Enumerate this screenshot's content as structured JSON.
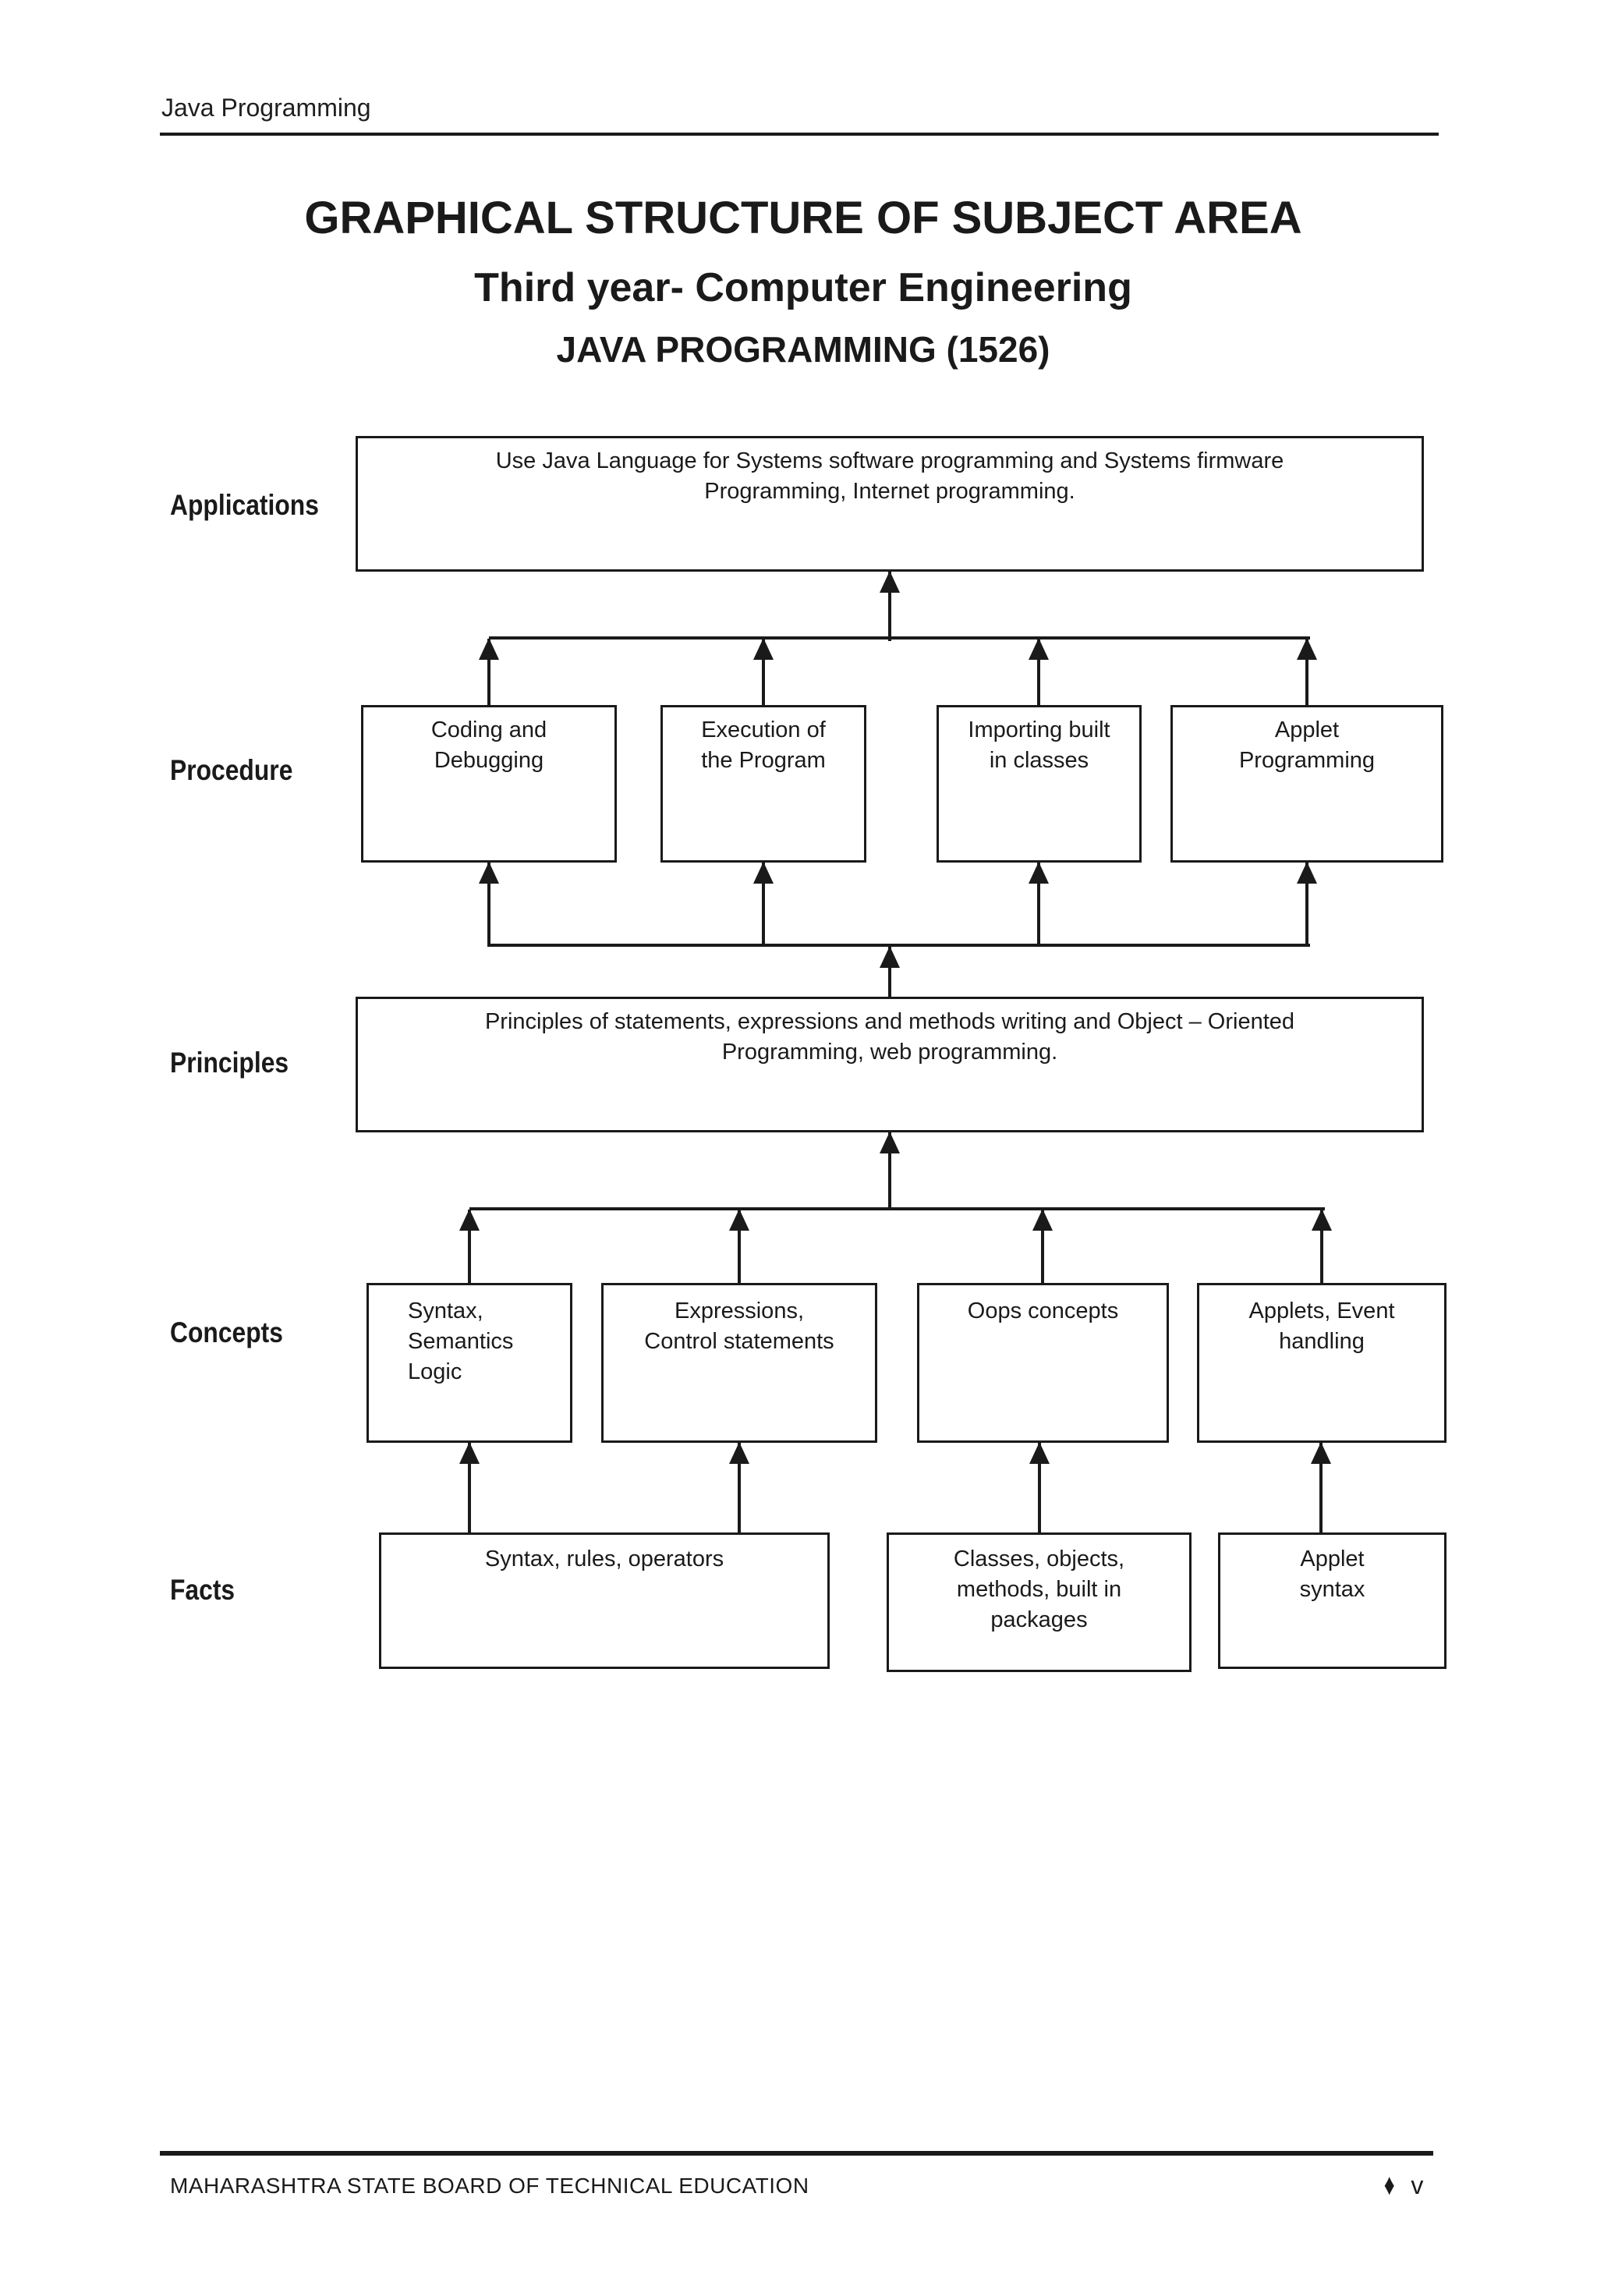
{
  "header": {
    "doc_title": "Java Programming"
  },
  "titles": {
    "main": "GRAPHICAL STRUCTURE OF SUBJECT AREA",
    "subtitle": "Third year- Computer Engineering",
    "course": "JAVA PROGRAMMING (1526)"
  },
  "diagram": {
    "levels": [
      {
        "label": "Applications",
        "boxes": [
          {
            "lines": [
              "Use Java Language for Systems software programming and Systems firmware",
              "Programming, Internet programming."
            ]
          }
        ]
      },
      {
        "label": "Procedure",
        "boxes": [
          {
            "lines": [
              "Coding and",
              "Debugging"
            ]
          },
          {
            "lines": [
              "Execution of",
              "the Program"
            ]
          },
          {
            "lines": [
              "Importing built",
              "in classes"
            ]
          },
          {
            "lines": [
              "Applet",
              "Programming"
            ]
          }
        ]
      },
      {
        "label": "Principles",
        "boxes": [
          {
            "lines": [
              "Principles of statements, expressions and methods writing and Object – Oriented",
              "Programming, web programming."
            ]
          }
        ]
      },
      {
        "label": "Concepts",
        "boxes": [
          {
            "lines": [
              "Syntax,",
              "Semantics",
              "Logic"
            ]
          },
          {
            "lines": [
              "Expressions,",
              "Control statements"
            ]
          },
          {
            "lines": [
              "Oops concepts"
            ]
          },
          {
            "lines": [
              "Applets, Event",
              "handling"
            ]
          }
        ]
      },
      {
        "label": "Facts",
        "boxes": [
          {
            "lines": [
              "Syntax, rules, operators"
            ]
          },
          {
            "lines": [
              "Classes, objects,",
              "methods, built in",
              "packages"
            ]
          },
          {
            "lines": [
              "Applet",
              "syntax"
            ]
          }
        ]
      }
    ]
  },
  "footer": {
    "org": "MAHARASHTRA STATE BOARD OF TECHNICAL EDUCATION",
    "bullet": "♦",
    "page_number": "v"
  }
}
